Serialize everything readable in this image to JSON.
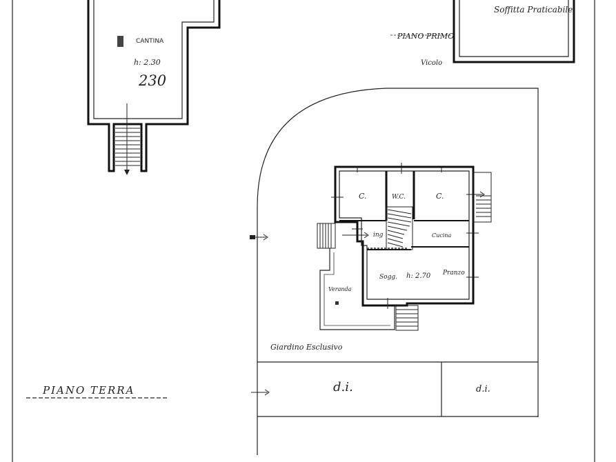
{
  "cellar": {
    "name": "CANTINA",
    "height_note": "h: 2.30",
    "big_number": "230"
  },
  "upper_floor": {
    "title": "PIANO PRIMO",
    "attic_label": "Soffitta Praticabile",
    "alley_label": "Vicolo"
  },
  "ground_floor": {
    "title": "PIANO TERRA",
    "garden_label": "Giardino Esclusivo",
    "rooms": {
      "bedroom_left": "C.",
      "wc": "W.C.",
      "bedroom_right": "C.",
      "entrance": "ing",
      "kitchen": "Cucina",
      "living": "Sogg.",
      "height_note": "h: 2.70",
      "area_label": "Pranzo",
      "veranda": "Veranda"
    },
    "adjacent_left": "d.i.",
    "adjacent_right": "d.i."
  },
  "colors": {
    "line": "#111111",
    "paper": "#ffffff"
  }
}
